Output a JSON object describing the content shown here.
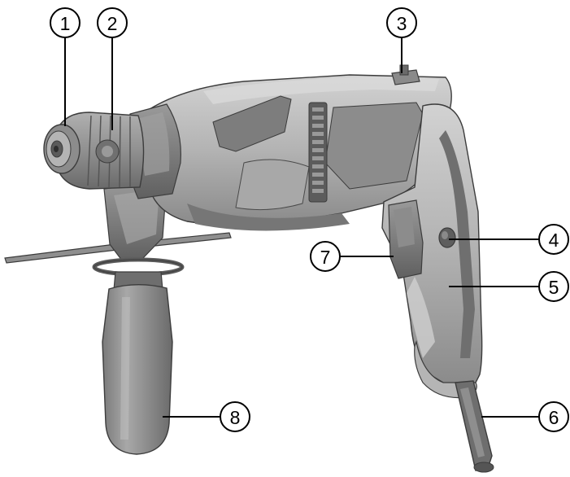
{
  "illustration": {
    "subject": "rotary-hammer-drill",
    "rendering": "grayscale",
    "colors": {
      "body_light": "#b9b9b9",
      "body_mid": "#9c9c9c",
      "body_dark": "#6f6f6f",
      "outline": "#3c3c3c",
      "background": "#ffffff"
    }
  },
  "callouts": [
    {
      "id": "1",
      "label": "1"
    },
    {
      "id": "2",
      "label": "2"
    },
    {
      "id": "3",
      "label": "3"
    },
    {
      "id": "4",
      "label": "4"
    },
    {
      "id": "5",
      "label": "5"
    },
    {
      "id": "6",
      "label": "6"
    },
    {
      "id": "7",
      "label": "7"
    },
    {
      "id": "8",
      "label": "8"
    }
  ]
}
